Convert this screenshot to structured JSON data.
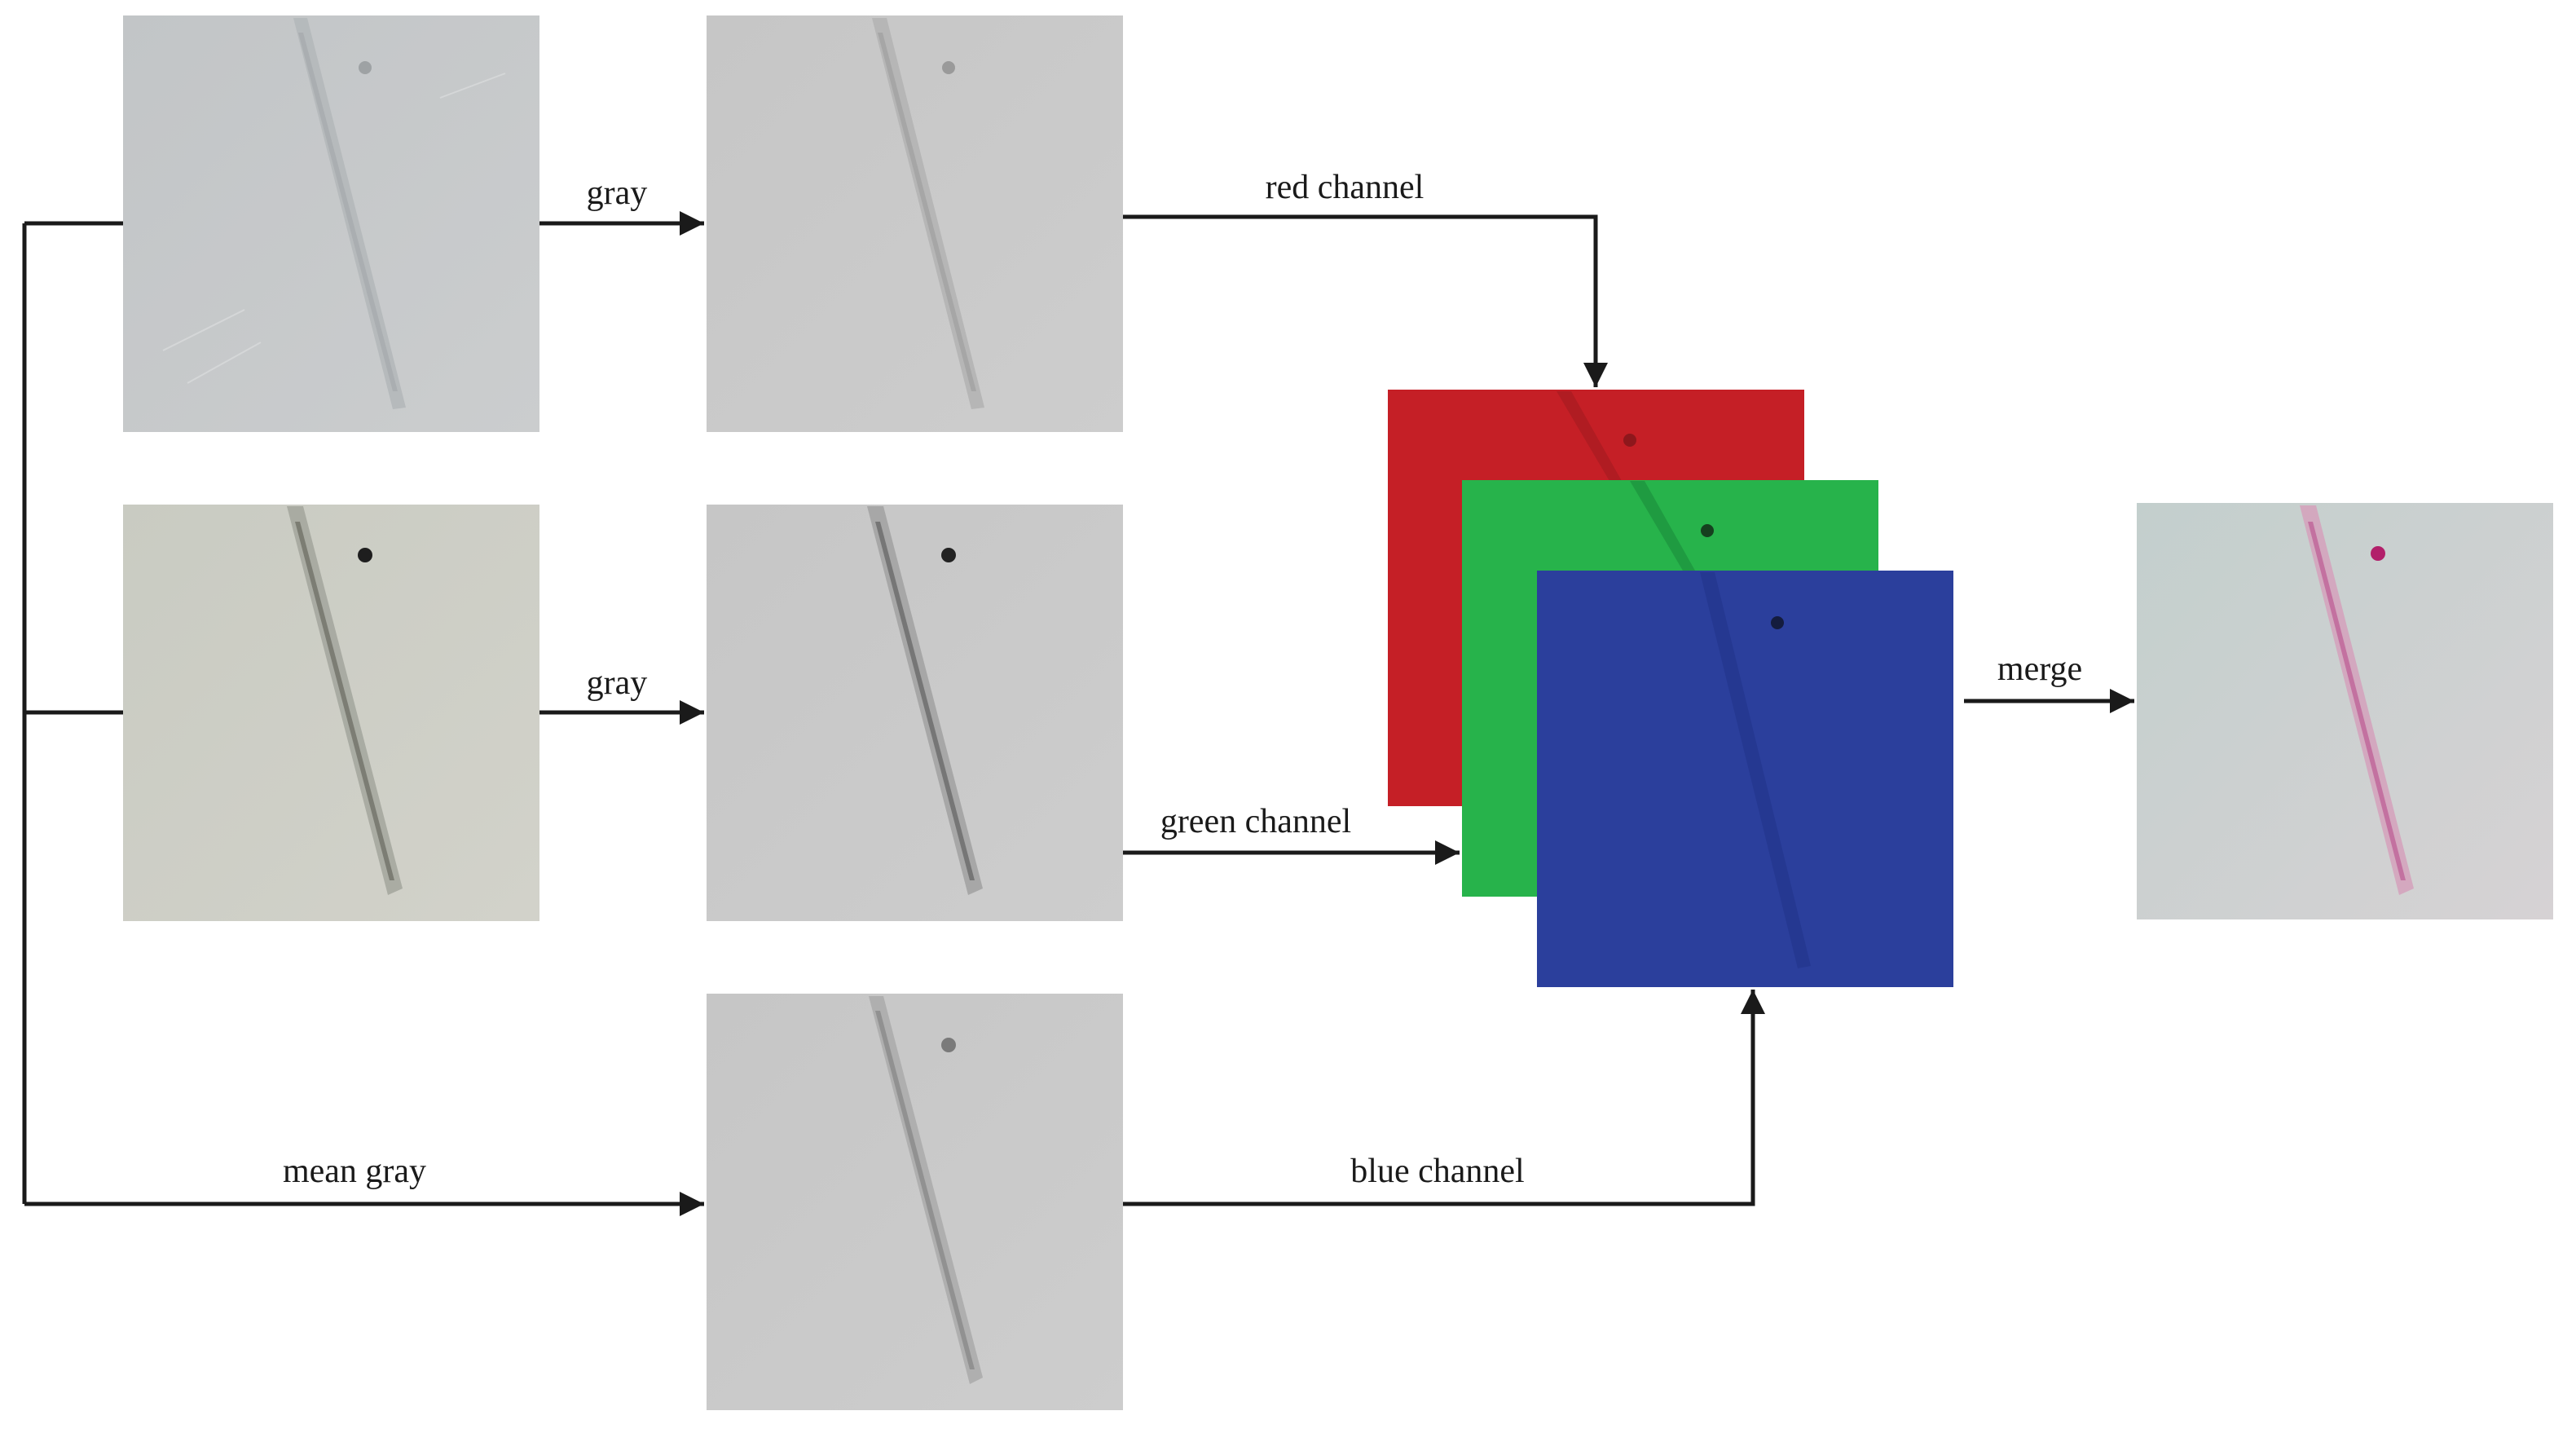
{
  "labels": {
    "gray_top": "gray",
    "gray_mid": "gray",
    "mean_gray": "mean gray",
    "red_channel": "red channel",
    "green_channel": "green channel",
    "blue_channel": "blue channel",
    "merge": "merge"
  },
  "colors": {
    "red_channel": "#c51f26",
    "green_channel": "#27b34b",
    "blue_channel": "#2b3f9c",
    "arrow": "#1a1a1a",
    "input_bg": "#c4c6c8",
    "gray_bg": "#c8c8c8",
    "merged_bg": "#c9d3d0",
    "merged_streak": "#c0679a"
  }
}
